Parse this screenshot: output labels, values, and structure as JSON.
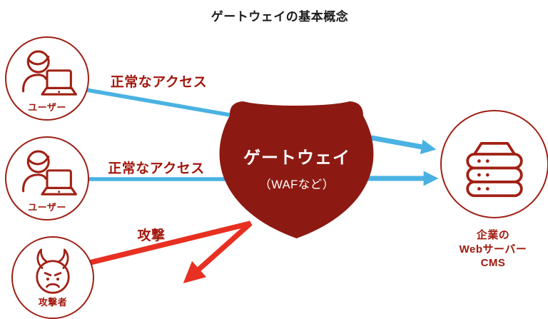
{
  "title": "ゲートウェイの基本概念",
  "shield": {
    "name": "ゲートウェイ",
    "subtitle": "（WAFなど）",
    "shape": "shield-icon"
  },
  "nodes": {
    "user1": {
      "label": "ユーザー",
      "icon": "user-with-laptop-icon"
    },
    "user2": {
      "label": "ユーザー",
      "icon": "user-with-laptop-icon"
    },
    "attacker": {
      "label": "攻撃者",
      "icon": "devil-face-icon"
    },
    "server": {
      "line1": "企業の",
      "line2": "Webサーバー",
      "line3": "CMS",
      "icon": "server-stack-icon"
    }
  },
  "edges": {
    "access1": {
      "label": "正常なアクセス",
      "style": "blue-line",
      "from": "user1",
      "to": "shield"
    },
    "access2": {
      "label": "正常なアクセス",
      "style": "blue-line",
      "from": "user2",
      "to": "shield"
    },
    "out1": {
      "label": "",
      "style": "blue-arrow",
      "from": "shield",
      "to": "server"
    },
    "out2": {
      "label": "",
      "style": "blue-arrow",
      "from": "shield",
      "to": "server"
    },
    "attack": {
      "label": "攻撃",
      "style": "red-deflected-arrow",
      "from": "attacker",
      "to": "shield"
    }
  },
  "colors": {
    "shield_fill": "#8c1a12",
    "outline_red": "#9e2015",
    "label_red": "#a1170d",
    "arrow_blue": "#4ab2e2",
    "attack_red": "#e73021",
    "title_color": "#1b1b1b"
  }
}
